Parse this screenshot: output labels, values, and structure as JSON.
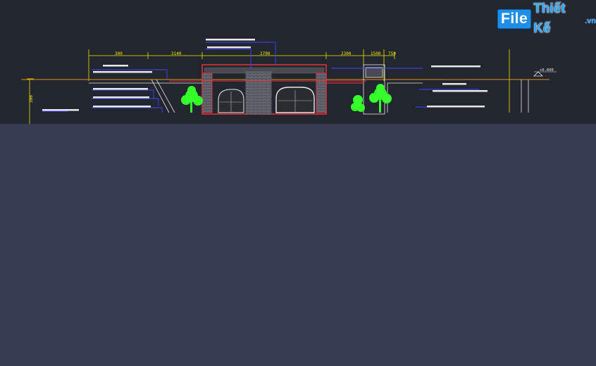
{
  "colors": {
    "drawing_bg": "#22262f",
    "page_bg": "#373b52",
    "dimension": "#f2e600",
    "leader": "#3d46ff",
    "wall_red": "#e0303a",
    "tree": "#35ff2b",
    "outline": "#e8e8e8",
    "ground": "#e8901a"
  },
  "logo": {
    "brand_box": "File",
    "brand_text": "Thiết Kế",
    "tld": ".vn"
  },
  "dimensions": [
    "300",
    "3140",
    "2700",
    "2300",
    "1500",
    "750",
    "300"
  ],
  "level_marker": "+0.000"
}
